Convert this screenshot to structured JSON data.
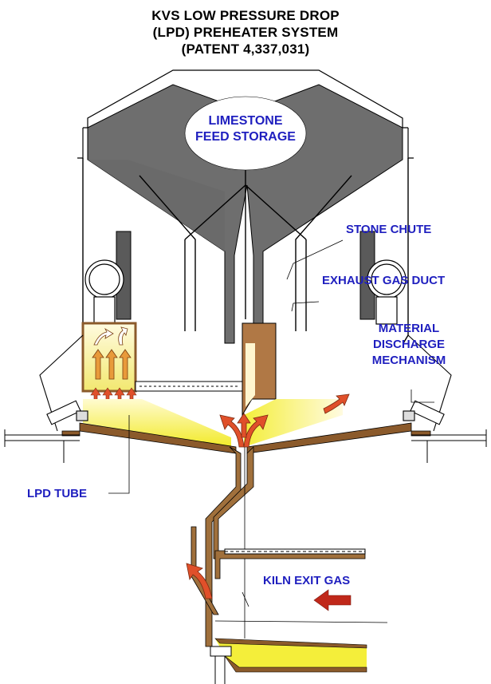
{
  "title": {
    "line1": "KVS LOW PRESSURE DROP",
    "line2": "(LPD) PREHEATER SYSTEM",
    "line3": "(PATENT 4,337,031)"
  },
  "labels": {
    "storage_line1": "LIMESTONE",
    "storage_line2": "FEED STORAGE",
    "stone_chute": "STONE CHUTE",
    "exhaust_gas_duct": "EXHAUST GAS DUCT",
    "material_line1": "MATERIAL",
    "material_line2": "DISCHARGE",
    "material_line3": "MECHANISM",
    "lpd_tube": "LPD TUBE",
    "kiln_exit_gas": "KILN EXIT GAS"
  },
  "colors": {
    "label_text": "#1f1fbf",
    "stone_gray": "#6e6e6e",
    "refractory_brown": "#8b5a2b",
    "hot_yellow": "#f4ee3a",
    "flow_arrow": "#e0502a"
  }
}
